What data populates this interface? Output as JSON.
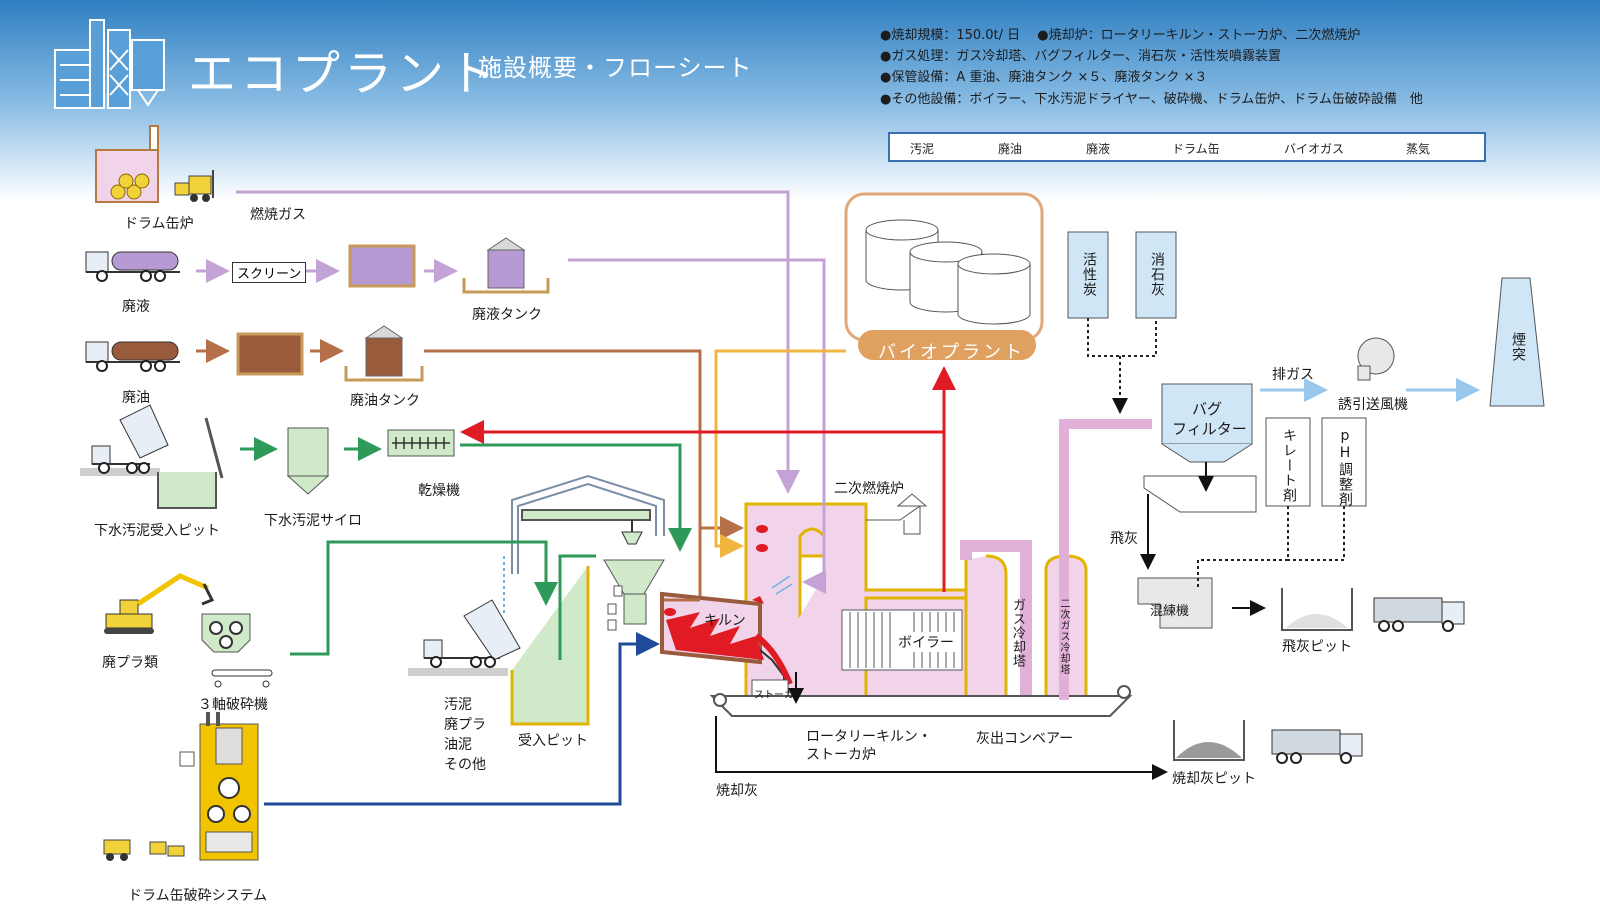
{
  "header": {
    "title": "エコプラント",
    "subtitle": "施設概要・フローシート"
  },
  "specs": [
    "●焼却規模：150.0t/ 日　 ●焼却炉：ロータリーキルン・ストーカ炉、二次燃焼炉",
    "●ガス処理：ガス冷却塔、バグフィルター、消石灰・活性炭噴霧装置",
    "●保管設備：A 重油、廃油タンク ×５、廃液タンク ×３",
    "●その他設備：ボイラー、下水汚泥ドライヤー、破砕機、ドラム缶炉、ドラム缶破砕設備　他"
  ],
  "legend": [
    {
      "label": "汚泥",
      "color": "#2e9a5a"
    },
    {
      "label": "廃油",
      "color": "#b5704a"
    },
    {
      "label": "廃液",
      "color": "#c3a3d6"
    },
    {
      "label": "ドラム缶",
      "color": "#1f4b9a"
    },
    {
      "label": "バイオガス",
      "color": "#f2b540"
    },
    {
      "label": "蒸気",
      "color": "#e01b24"
    }
  ],
  "labels": {
    "drum_furnace": "ドラム缶炉",
    "combustion_gas": "燃焼ガス",
    "waste_liquid": "廃液",
    "screen": "スクリーン",
    "waste_liquid_tank": "廃液タンク",
    "waste_oil": "廃油",
    "waste_oil_tank": "廃油タンク",
    "sludge_pit": "下水汚泥受入ピット",
    "sludge_silo": "下水汚泥サイロ",
    "dryer": "乾燥機",
    "waste_plastic": "廃プラ類",
    "shredder": "３軸破砕機",
    "drum_crush": "ドラム缶破砕システム",
    "pit_contents": [
      "汚泥",
      "廃プラ",
      "油泥",
      "その他"
    ],
    "receiving_pit": "受入ピット",
    "secondary_combustor": "二次燃焼炉",
    "kiln": "キルン",
    "stoker": "ストーカ",
    "boiler": "ボイラー",
    "gas_cooling": "ガス冷却塔",
    "secondary_gas_cooling": "二次ガス冷却塔",
    "kiln_stoker": "ロータリーキルン・\nストーカ炉",
    "ash_conveyor": "灰出コンベアー",
    "incineration_ash": "焼却灰",
    "ash_pit": "焼却灰ピット",
    "bio_plant": "バイオプラント",
    "activated_carbon": "活性炭",
    "slaked_lime": "消石灰",
    "bag_filter_1": "バグ",
    "bag_filter_2": "フィルター",
    "exhaust": "排ガス",
    "fan": "誘引送風機",
    "chimney": "煙突",
    "chelate": "キレート剤",
    "ph": "pH調整剤",
    "fly_ash": "飛灰",
    "mixer": "混練機",
    "fly_ash_pit": "飛灰ピット"
  }
}
